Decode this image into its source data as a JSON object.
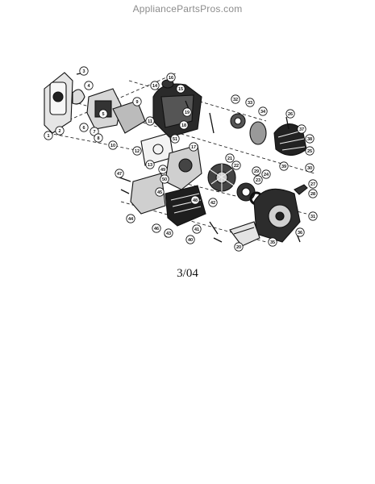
{
  "watermark": "AppliancePartsPros.com",
  "date_code": "3/04",
  "callouts": [
    "1",
    "2",
    "3",
    "4",
    "5",
    "6",
    "7",
    "8",
    "9",
    "10",
    "11",
    "12",
    "13",
    "14",
    "15",
    "16",
    "17",
    "18",
    "19",
    "20",
    "21",
    "22",
    "23",
    "24",
    "25",
    "26",
    "27",
    "28",
    "29",
    "30",
    "31",
    "32",
    "33",
    "34",
    "35",
    "36",
    "37",
    "38",
    "39",
    "40",
    "41",
    "42",
    "43",
    "44",
    "45",
    "46",
    "47",
    "48",
    "49",
    "50",
    "51"
  ]
}
